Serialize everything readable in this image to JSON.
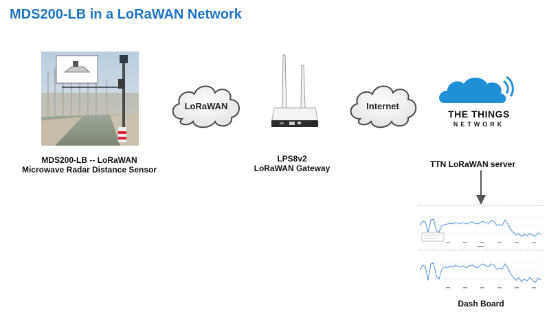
{
  "slide": {
    "title": "MDS200-LB in a LoRaWAN Network"
  },
  "sensor": {
    "name_line1": "MDS200-LB -- LoRaWAN",
    "name_line2": "Microwave Radar Distance Sensor"
  },
  "cloud_lorawan": {
    "label": "LoRaWAN"
  },
  "gateway": {
    "name_line1": "LPS8v2",
    "name_line2": "LoRaWAN Gateway"
  },
  "cloud_internet": {
    "label": "Internet"
  },
  "ttn": {
    "logo_line1": "THE THINGS",
    "logo_line2": "NETWORK",
    "server_label": "TTN LoRaWAN server",
    "logo_color": "#1f8fd6"
  },
  "dashboard": {
    "label": "Dash Board",
    "line_color": "#4a90d9"
  }
}
